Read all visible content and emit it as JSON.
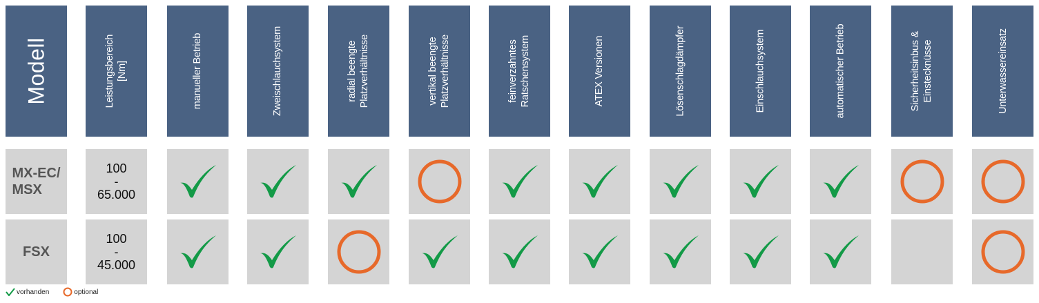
{
  "colors": {
    "header_bg": "#4a6283",
    "cell_bg": "#d4d4d4",
    "check": "#139a47",
    "circle": "#e7692a"
  },
  "headers": [
    [
      "Modell"
    ],
    [
      "Leistungsbereich",
      "[Nm]"
    ],
    [
      "manueller Betrieb"
    ],
    [
      "Zweischlauchsystem"
    ],
    [
      "radial beengte",
      "Platzverhältnisse"
    ],
    [
      "vertikal beengte",
      "Platzverhältnisse"
    ],
    [
      "feinverzahntes",
      "Ratschensystem"
    ],
    [
      "ATEX Versionen"
    ],
    [
      "Lösenschlagdämpfer"
    ],
    [
      "Einschlauchsystem"
    ],
    [
      "automatischer Betrieb"
    ],
    [
      "Sicherheitsinbus &",
      "Einstecknüsse"
    ],
    [
      "Unterwassereinsatz"
    ]
  ],
  "rows": [
    {
      "model": [
        "MX-EC/",
        "MSX"
      ],
      "range": [
        "100",
        "-",
        "65.000"
      ],
      "features": [
        "check",
        "check",
        "check",
        "optional",
        "check",
        "check",
        "check",
        "check",
        "check",
        "optional",
        "optional"
      ]
    },
    {
      "model": [
        "FSX"
      ],
      "range": [
        "100",
        "-",
        "45.000"
      ],
      "features": [
        "check",
        "check",
        "optional",
        "check",
        "check",
        "check",
        "check",
        "check",
        "check",
        "none",
        "optional"
      ]
    }
  ],
  "legend": {
    "available_label": "vorhanden",
    "optional_label": "optional"
  }
}
